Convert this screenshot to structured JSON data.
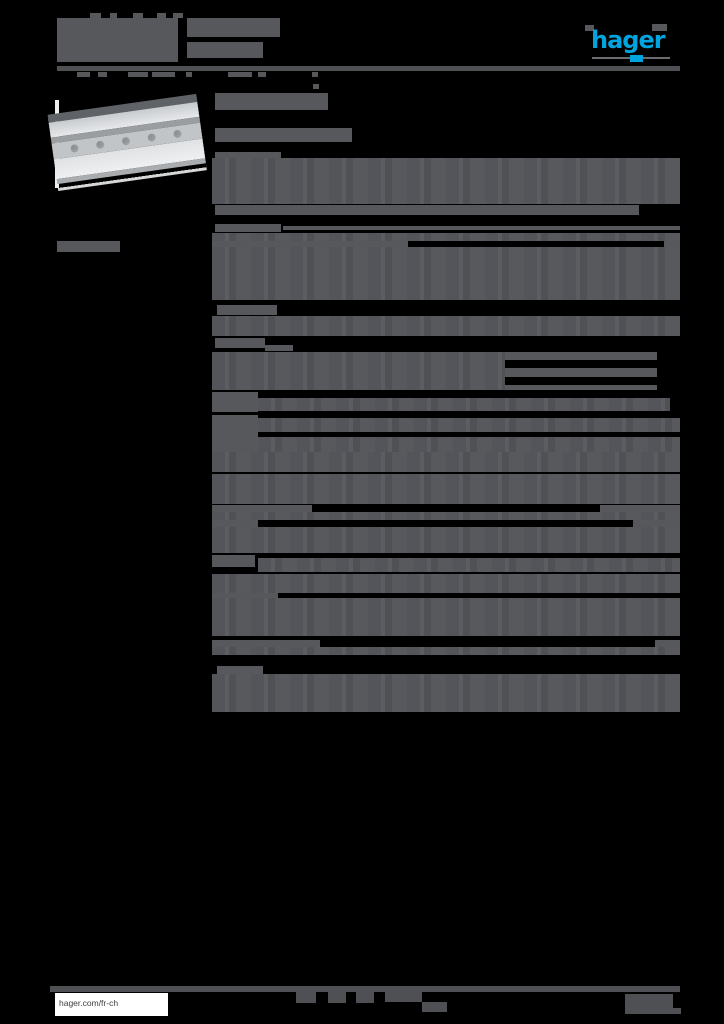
{
  "page": {
    "type": "product-datasheet-page",
    "background_color": "#000000",
    "redaction_bar_color": "#56585B",
    "note": "All body text rendered as illegible gray blocks in source image"
  },
  "header": {
    "brand_logo_text": "hager",
    "brand_color": "#00A4DE"
  },
  "product_image": {
    "description": "metal cable trunking, two compartments, perforated center rail, light gray aluminum"
  },
  "footer": {
    "website_link": "hager.com/fr-ch"
  }
}
